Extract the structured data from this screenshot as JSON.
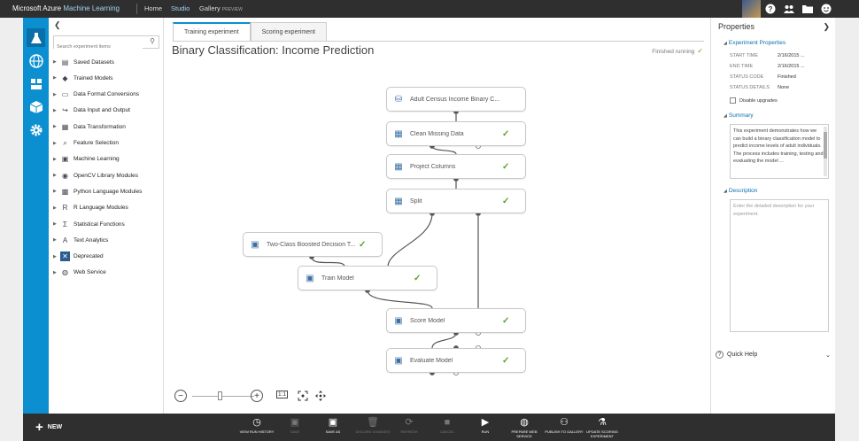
{
  "topbar": {
    "brand_prefix": "Microsoft Azure",
    "brand_suffix": "Machine Learning",
    "nav": [
      "Home",
      "Studio",
      "Gallery"
    ],
    "nav_badge": "PREVIEW",
    "icons": [
      "user-avatar",
      "help-icon",
      "community-icon",
      "folder-icon",
      "smiley-icon"
    ]
  },
  "leftrail": {
    "icons": [
      "flask-icon",
      "globe-icon",
      "datasets-icon",
      "models-icon",
      "settings-icon"
    ]
  },
  "palette": {
    "search_placeholder": "Search experiment items",
    "items": [
      {
        "label": "Saved Datasets",
        "icon": "database-icon"
      },
      {
        "label": "Trained Models",
        "icon": "cube-icon"
      },
      {
        "label": "Data Format Conversions",
        "icon": "document-icon"
      },
      {
        "label": "Data Input and Output",
        "icon": "arrow-icon"
      },
      {
        "label": "Data Transformation",
        "icon": "table-icon"
      },
      {
        "label": "Feature Selection",
        "icon": "magnifier-icon"
      },
      {
        "label": "Machine Learning",
        "icon": "ml-icon"
      },
      {
        "label": "OpenCV Library Modules",
        "icon": "camera-icon"
      },
      {
        "label": "Python Language Modules",
        "icon": "python-icon"
      },
      {
        "label": "R Language Modules",
        "icon": "r-icon"
      },
      {
        "label": "Statistical Functions",
        "icon": "sigma-icon"
      },
      {
        "label": "Text Analytics",
        "icon": "text-icon"
      },
      {
        "label": "Deprecated",
        "icon": "x-icon"
      },
      {
        "label": "Web Service",
        "icon": "globe-icon"
      }
    ]
  },
  "canvas": {
    "tabs": [
      "Training experiment",
      "Scoring experiment"
    ],
    "title": "Binary Classification: Income Prediction",
    "status": "Finished running",
    "modules": [
      {
        "label": "Adult Census Income Binary C...",
        "icon": "dataset-icon",
        "check": ""
      },
      {
        "label": "Clean Missing Data",
        "icon": "transform-icon",
        "check": "✓"
      },
      {
        "label": "Project Columns",
        "icon": "transform-icon",
        "check": "✓"
      },
      {
        "label": "Split",
        "icon": "transform-icon",
        "check": "✓"
      },
      {
        "label": "Two-Class Boosted Decision T...",
        "icon": "ml-icon",
        "check": "✓"
      },
      {
        "label": "Train Model",
        "icon": "ml-icon",
        "check": "✓"
      },
      {
        "label": "Score Model",
        "icon": "ml-icon",
        "check": "✓"
      },
      {
        "label": "Evaluate Model",
        "icon": "ml-icon",
        "check": "✓"
      }
    ],
    "zoom": {
      "minus": "−",
      "plus": "+",
      "actual": "1:1",
      "zoom_slider_level": 0.45
    }
  },
  "properties": {
    "title": "Properties",
    "experiment_section": "Experiment Properties",
    "fields": [
      {
        "key": "START TIME",
        "value": "2/16/2015 ..."
      },
      {
        "key": "END TIME",
        "value": "2/16/2015 ..."
      },
      {
        "key": "STATUS CODE",
        "value": "Finished"
      },
      {
        "key": "STATUS DETAILS",
        "value": "None"
      }
    ],
    "disable_upgrades": "Disable upgrades",
    "summary_section": "Summary",
    "summary_text": "This experiment demonstrates how we can build a binary classification model to predict income levels of adult individuals. The process includes training, testing and evaluating the model ...",
    "description_section": "Description",
    "description_placeholder": "Enter the detailed description for your experiment.",
    "quick_help": "Quick Help"
  },
  "bottombar": {
    "new_label": "NEW",
    "buttons": [
      {
        "label": "VIEW RUN HISTORY",
        "icon": "history-icon",
        "enabled": true
      },
      {
        "label": "SAVE",
        "icon": "save-icon",
        "enabled": false
      },
      {
        "label": "SAVE AS",
        "icon": "save-as-icon",
        "enabled": true
      },
      {
        "label": "DISCARD CHANGES",
        "icon": "trash-icon",
        "enabled": false
      },
      {
        "label": "REFRESH",
        "icon": "refresh-icon",
        "enabled": false
      },
      {
        "label": "CANCEL",
        "icon": "stop-icon",
        "enabled": false
      },
      {
        "label": "RUN",
        "icon": "play-icon",
        "enabled": true
      },
      {
        "label": "PREPARE WEB SERVICE",
        "icon": "web-service-icon",
        "enabled": true
      },
      {
        "label": "PUBLISH TO GALLERY",
        "icon": "publish-icon",
        "enabled": true
      },
      {
        "label": "UPDATE SCORING EXPERIMENT",
        "icon": "flask-update-icon",
        "enabled": true
      }
    ]
  }
}
